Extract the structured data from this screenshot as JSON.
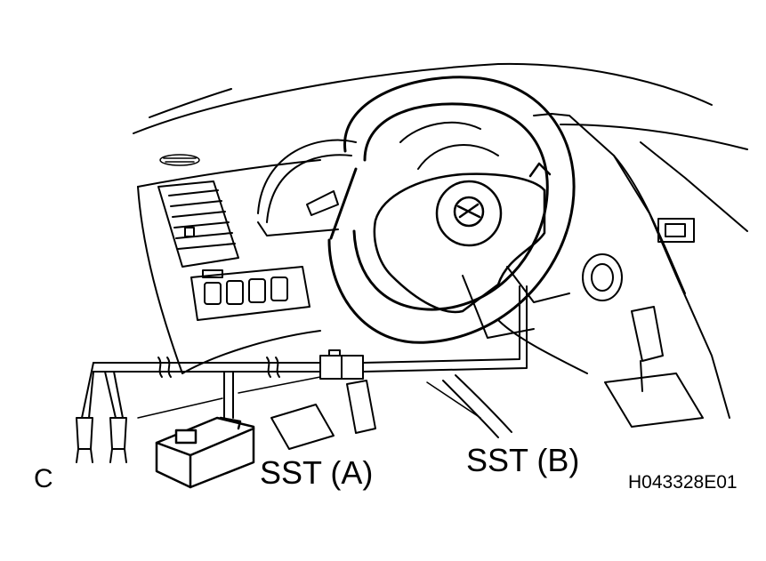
{
  "labels": {
    "connector_c": "C",
    "sst_a": "SST (A)",
    "sst_b": "SST (B)",
    "figure_code": "H043328E01"
  }
}
